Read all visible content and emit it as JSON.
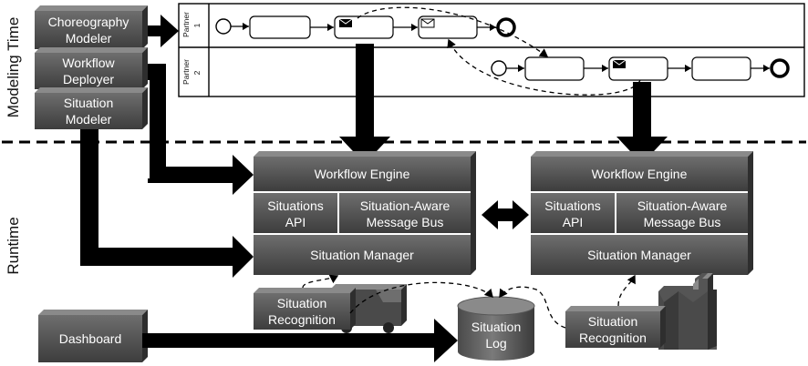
{
  "phases": {
    "modeling": "Modeling Time",
    "runtime": "Runtime"
  },
  "tools": {
    "choreography_modeler": [
      "Choreography",
      "Modeler"
    ],
    "workflow_deployer": [
      "Workflow",
      "Deployer"
    ],
    "situation_modeler": [
      "Situation",
      "Modeler"
    ]
  },
  "choreography": {
    "partner1": [
      "Partner",
      "1"
    ],
    "partner2": [
      "Partner",
      "2"
    ]
  },
  "stack_left": {
    "engine": "Workflow Engine",
    "api": [
      "Situations",
      "API"
    ],
    "bus": [
      "Situation-Aware",
      "Message Bus"
    ],
    "manager": "Situation Manager"
  },
  "stack_right": {
    "engine": "Workflow Engine",
    "api": [
      "Situations",
      "API"
    ],
    "bus": [
      "Situation-Aware",
      "Message Bus"
    ],
    "manager": "Situation Manager"
  },
  "recognition_left": [
    "Situation",
    "Recognition"
  ],
  "recognition_right": [
    "Situation",
    "Recognition"
  ],
  "dashboard": "Dashboard",
  "situation_log": [
    "Situation",
    "Log"
  ],
  "colors": {
    "box_top": "#8c8c8c",
    "box_front": "#555555",
    "box_side": "#2e2e2e",
    "arrow": "#000000",
    "text": "#ffffff"
  }
}
